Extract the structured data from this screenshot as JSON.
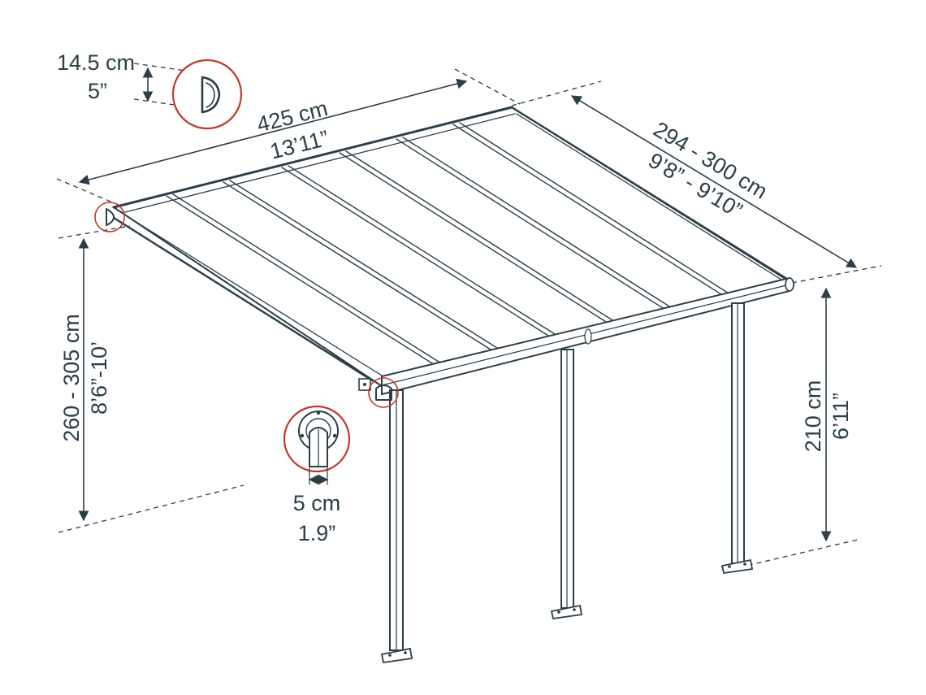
{
  "width_label": {
    "metric": "425 cm",
    "imperial": "13’11”"
  },
  "depth_label": {
    "metric": "294 - 300 cm",
    "imperial": "9’8” - 9’10”"
  },
  "high_height_label": {
    "metric": "260 - 305 cm",
    "imperial": "8’6”-10’"
  },
  "low_height_label": {
    "metric": "210 cm",
    "imperial": "6’11”"
  },
  "gutter_label": {
    "metric": "14.5 cm",
    "imperial": "5”"
  },
  "post_label": {
    "metric": "5 cm",
    "imperial": "1.9”"
  },
  "colors": {
    "ink": "#2c3e46",
    "callout": "#c0392b",
    "background": "#ffffff"
  }
}
